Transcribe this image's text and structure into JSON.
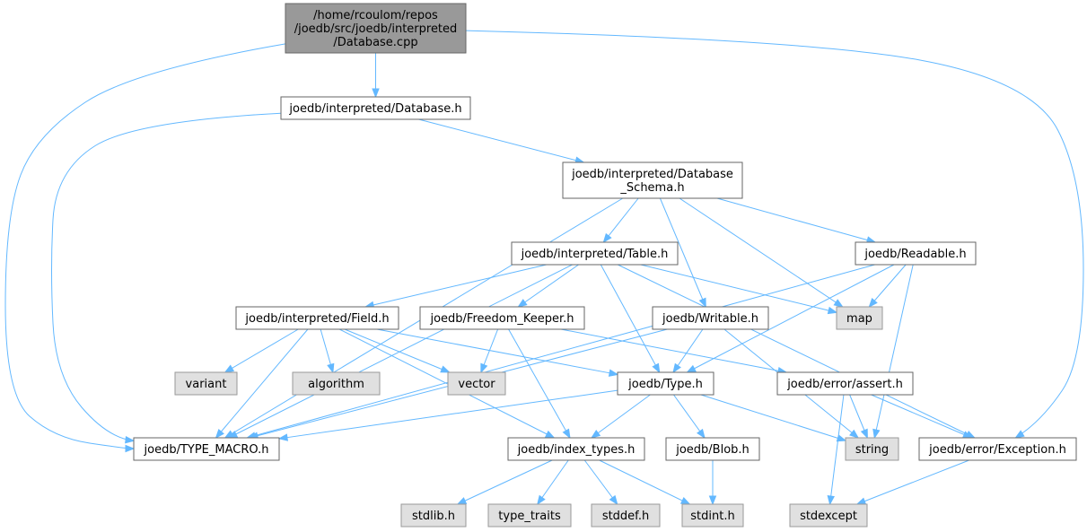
{
  "nodes": {
    "database_cpp": {
      "lines": [
        "/home/rcoulom/repos",
        "/joedb/src/joedb/interpreted",
        "/Database.cpp"
      ],
      "kind": "root"
    },
    "database_h": {
      "lines": [
        "joedb/interpreted/Database.h"
      ],
      "kind": "file"
    },
    "database_schema_h": {
      "lines": [
        "joedb/interpreted/Database",
        "_Schema.h"
      ],
      "kind": "file"
    },
    "table_h": {
      "lines": [
        "joedb/interpreted/Table.h"
      ],
      "kind": "file"
    },
    "readable_h": {
      "lines": [
        "joedb/Readable.h"
      ],
      "kind": "file"
    },
    "map": {
      "lines": [
        "map"
      ],
      "kind": "ext"
    },
    "field_h": {
      "lines": [
        "joedb/interpreted/Field.h"
      ],
      "kind": "file"
    },
    "freedom_keeper_h": {
      "lines": [
        "joedb/Freedom_Keeper.h"
      ],
      "kind": "file"
    },
    "writable_h": {
      "lines": [
        "joedb/Writable.h"
      ],
      "kind": "file"
    },
    "variant": {
      "lines": [
        "variant"
      ],
      "kind": "ext"
    },
    "algorithm": {
      "lines": [
        "algorithm"
      ],
      "kind": "ext"
    },
    "vector": {
      "lines": [
        "vector"
      ],
      "kind": "ext"
    },
    "type_h": {
      "lines": [
        "joedb/Type.h"
      ],
      "kind": "file"
    },
    "assert_h": {
      "lines": [
        "joedb/error/assert.h"
      ],
      "kind": "file"
    },
    "type_macro_h": {
      "lines": [
        "joedb/TYPE_MACRO.h"
      ],
      "kind": "file"
    },
    "index_types_h": {
      "lines": [
        "joedb/index_types.h"
      ],
      "kind": "file"
    },
    "blob_h": {
      "lines": [
        "joedb/Blob.h"
      ],
      "kind": "file"
    },
    "string": {
      "lines": [
        "string"
      ],
      "kind": "ext"
    },
    "exception_h": {
      "lines": [
        "joedb/error/Exception.h"
      ],
      "kind": "file"
    },
    "stdlib_h": {
      "lines": [
        "stdlib.h"
      ],
      "kind": "ext"
    },
    "type_traits": {
      "lines": [
        "type_traits"
      ],
      "kind": "ext"
    },
    "stddef_h": {
      "lines": [
        "stddef.h"
      ],
      "kind": "ext"
    },
    "stdint_h": {
      "lines": [
        "stdint.h"
      ],
      "kind": "ext"
    },
    "stdexcept": {
      "lines": [
        "stdexcept"
      ],
      "kind": "ext"
    }
  },
  "edges": [
    [
      "database_cpp",
      "database_h"
    ],
    [
      "database_cpp",
      "type_macro_h"
    ],
    [
      "database_cpp",
      "exception_h"
    ],
    [
      "database_h",
      "database_schema_h"
    ],
    [
      "database_h",
      "type_macro_h"
    ],
    [
      "database_schema_h",
      "table_h"
    ],
    [
      "database_schema_h",
      "readable_h"
    ],
    [
      "database_schema_h",
      "map"
    ],
    [
      "database_schema_h",
      "writable_h"
    ],
    [
      "database_schema_h",
      "type_macro_h"
    ],
    [
      "table_h",
      "field_h"
    ],
    [
      "table_h",
      "freedom_keeper_h"
    ],
    [
      "table_h",
      "map"
    ],
    [
      "table_h",
      "type_h"
    ],
    [
      "table_h",
      "type_macro_h"
    ],
    [
      "table_h",
      "exception_h"
    ],
    [
      "field_h",
      "variant"
    ],
    [
      "field_h",
      "algorithm"
    ],
    [
      "field_h",
      "vector"
    ],
    [
      "field_h",
      "type_h"
    ],
    [
      "field_h",
      "type_macro_h"
    ],
    [
      "field_h",
      "index_types_h"
    ],
    [
      "freedom_keeper_h",
      "vector"
    ],
    [
      "freedom_keeper_h",
      "index_types_h"
    ],
    [
      "freedom_keeper_h",
      "assert_h"
    ],
    [
      "writable_h",
      "type_h"
    ],
    [
      "writable_h",
      "type_macro_h"
    ],
    [
      "writable_h",
      "string"
    ],
    [
      "readable_h",
      "map"
    ],
    [
      "readable_h",
      "type_h"
    ],
    [
      "readable_h",
      "type_macro_h"
    ],
    [
      "readable_h",
      "string"
    ],
    [
      "type_h",
      "type_macro_h"
    ],
    [
      "type_h",
      "index_types_h"
    ],
    [
      "type_h",
      "blob_h"
    ],
    [
      "type_h",
      "string"
    ],
    [
      "assert_h",
      "string"
    ],
    [
      "assert_h",
      "exception_h"
    ],
    [
      "assert_h",
      "stdexcept"
    ],
    [
      "exception_h",
      "stdexcept"
    ],
    [
      "index_types_h",
      "stdlib_h"
    ],
    [
      "index_types_h",
      "type_traits"
    ],
    [
      "index_types_h",
      "stddef_h"
    ],
    [
      "index_types_h",
      "stdint_h"
    ],
    [
      "blob_h",
      "stdint_h"
    ]
  ]
}
